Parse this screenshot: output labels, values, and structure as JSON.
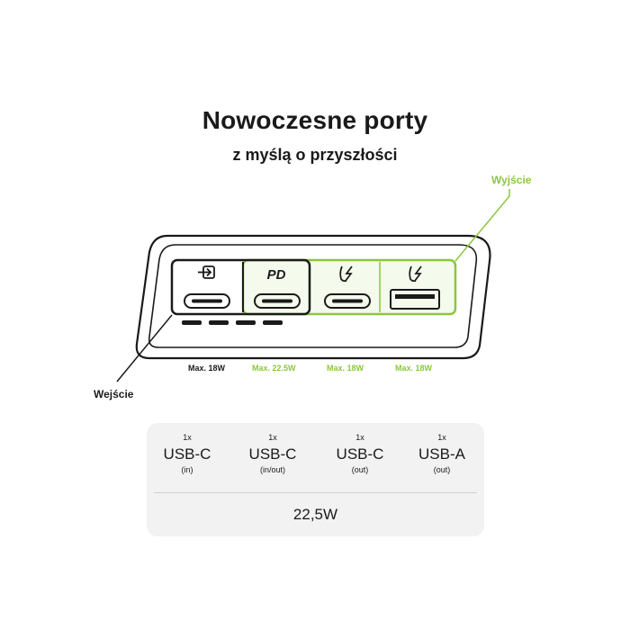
{
  "heading": {
    "title": "Nowoczesne porty",
    "subtitle": "z myślą o przyszłości"
  },
  "diagram": {
    "output_label": "Wyjście",
    "input_label": "Wejście",
    "pd_label": "PD",
    "port_icons": [
      "input-arrow-icon",
      "pd-icon",
      "lightning-icon",
      "lightning-icon"
    ],
    "max_ratings": [
      "Max. 18W",
      "Max. 22.5W",
      "Max. 18W",
      "Max. 18W"
    ],
    "colors": {
      "accent": "#8cc63f",
      "dark": "#1a1a1a"
    }
  },
  "specs": {
    "ports": [
      {
        "count": "1x",
        "type": "USB-C",
        "direction": "(in)"
      },
      {
        "count": "1x",
        "type": "USB-C",
        "direction": "(in/out)"
      },
      {
        "count": "1x",
        "type": "USB-C",
        "direction": "(out)"
      },
      {
        "count": "1x",
        "type": "USB-A",
        "direction": "(out)"
      }
    ],
    "power": "22,5W"
  }
}
